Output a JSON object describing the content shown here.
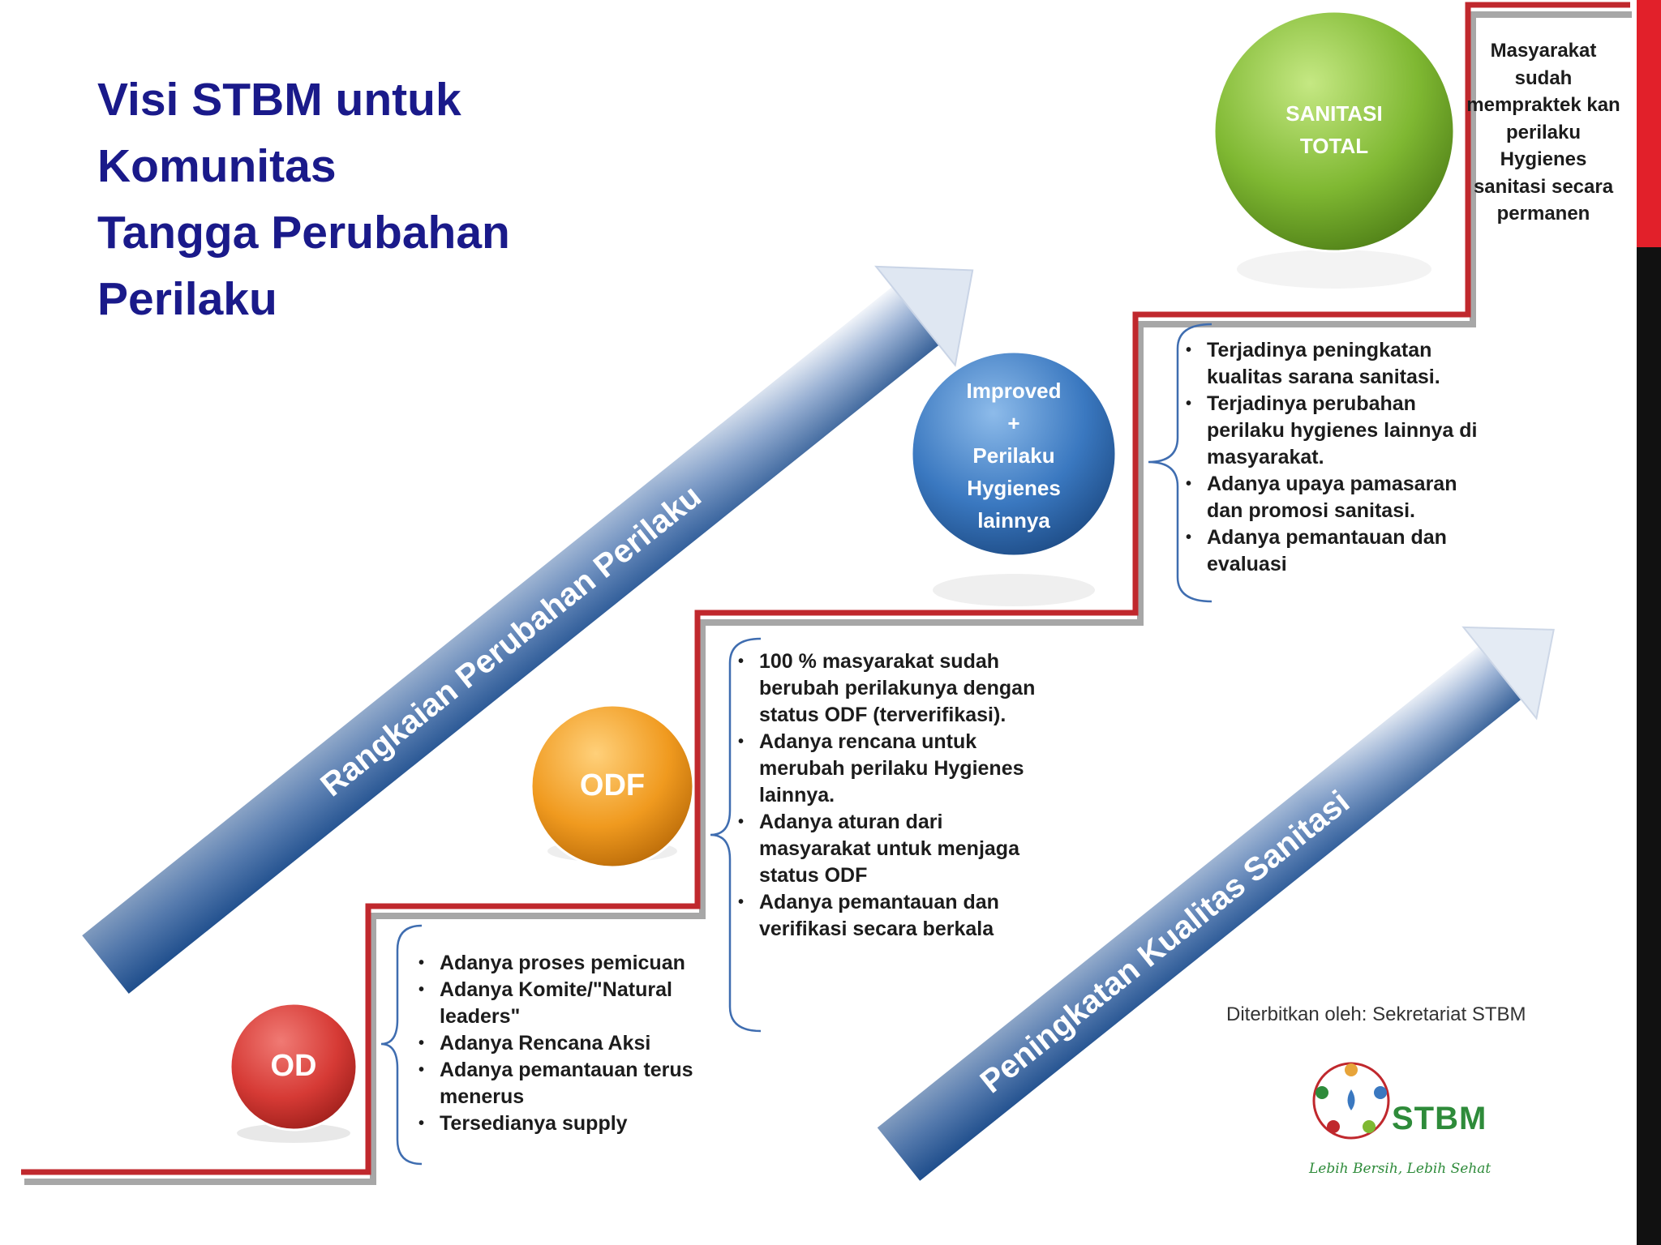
{
  "title": {
    "line1": "Visi STBM untuk",
    "line2": "Komunitas",
    "line3": "Tangga Perubahan",
    "line4": "Perilaku"
  },
  "arrows": {
    "behavior_change": "Rangkaian Perubahan Perilaku",
    "sanitation_quality": "Peningkatan Kualitas Sanitasi"
  },
  "steps": {
    "od": {
      "label": "OD",
      "color": "#d63a35",
      "bullets": [
        "Adanya proses pemicuan",
        "Adanya Komite/\"Natural leaders\"",
        "Adanya Rencana Aksi",
        "Adanya pemantauan terus menerus",
        "Tersedianya supply"
      ]
    },
    "odf": {
      "label": "ODF",
      "color": "#f09a1f",
      "bullets": [
        "100 % masyarakat sudah berubah perilakunya dengan status ODF (terverifikasi).",
        "Adanya rencana untuk merubah perilaku Hygienes lainnya.",
        "Adanya aturan dari masyarakat untuk menjaga status ODF",
        "Adanya pemantauan dan verifikasi secara berkala"
      ]
    },
    "improved": {
      "label_lines": [
        "Improved",
        "+",
        "Perilaku",
        "Hygienes",
        "lainnya"
      ],
      "color": "#3a78c0",
      "bullets": [
        "Terjadinya peningkatan kualitas sarana sanitasi.",
        "Terjadinya perubahan perilaku hygienes lainnya di masyarakat.",
        "Adanya upaya pamasaran dan promosi sanitasi.",
        "Adanya pemantauan dan evaluasi"
      ]
    },
    "total": {
      "label_lines": [
        "SANITASI",
        "TOTAL"
      ],
      "color": "#7fb832",
      "note": "Masyarakat sudah mempraktek kan perilaku Hygienes sanitasi secara permanen"
    }
  },
  "publisher": "Diterbitkan oleh: Sekretariat STBM",
  "logo": {
    "name": "STBM",
    "tagline": "Lebih Bersih, Lebih Sehat"
  },
  "colors": {
    "title": "#1a1a8a",
    "stair_red": "#c0282d",
    "stair_shadow": "#a7a7a7",
    "arrow_dark": "#1f4e8c",
    "arrow_light": "#e6ecf5",
    "accent_bar": "#e2202a"
  }
}
